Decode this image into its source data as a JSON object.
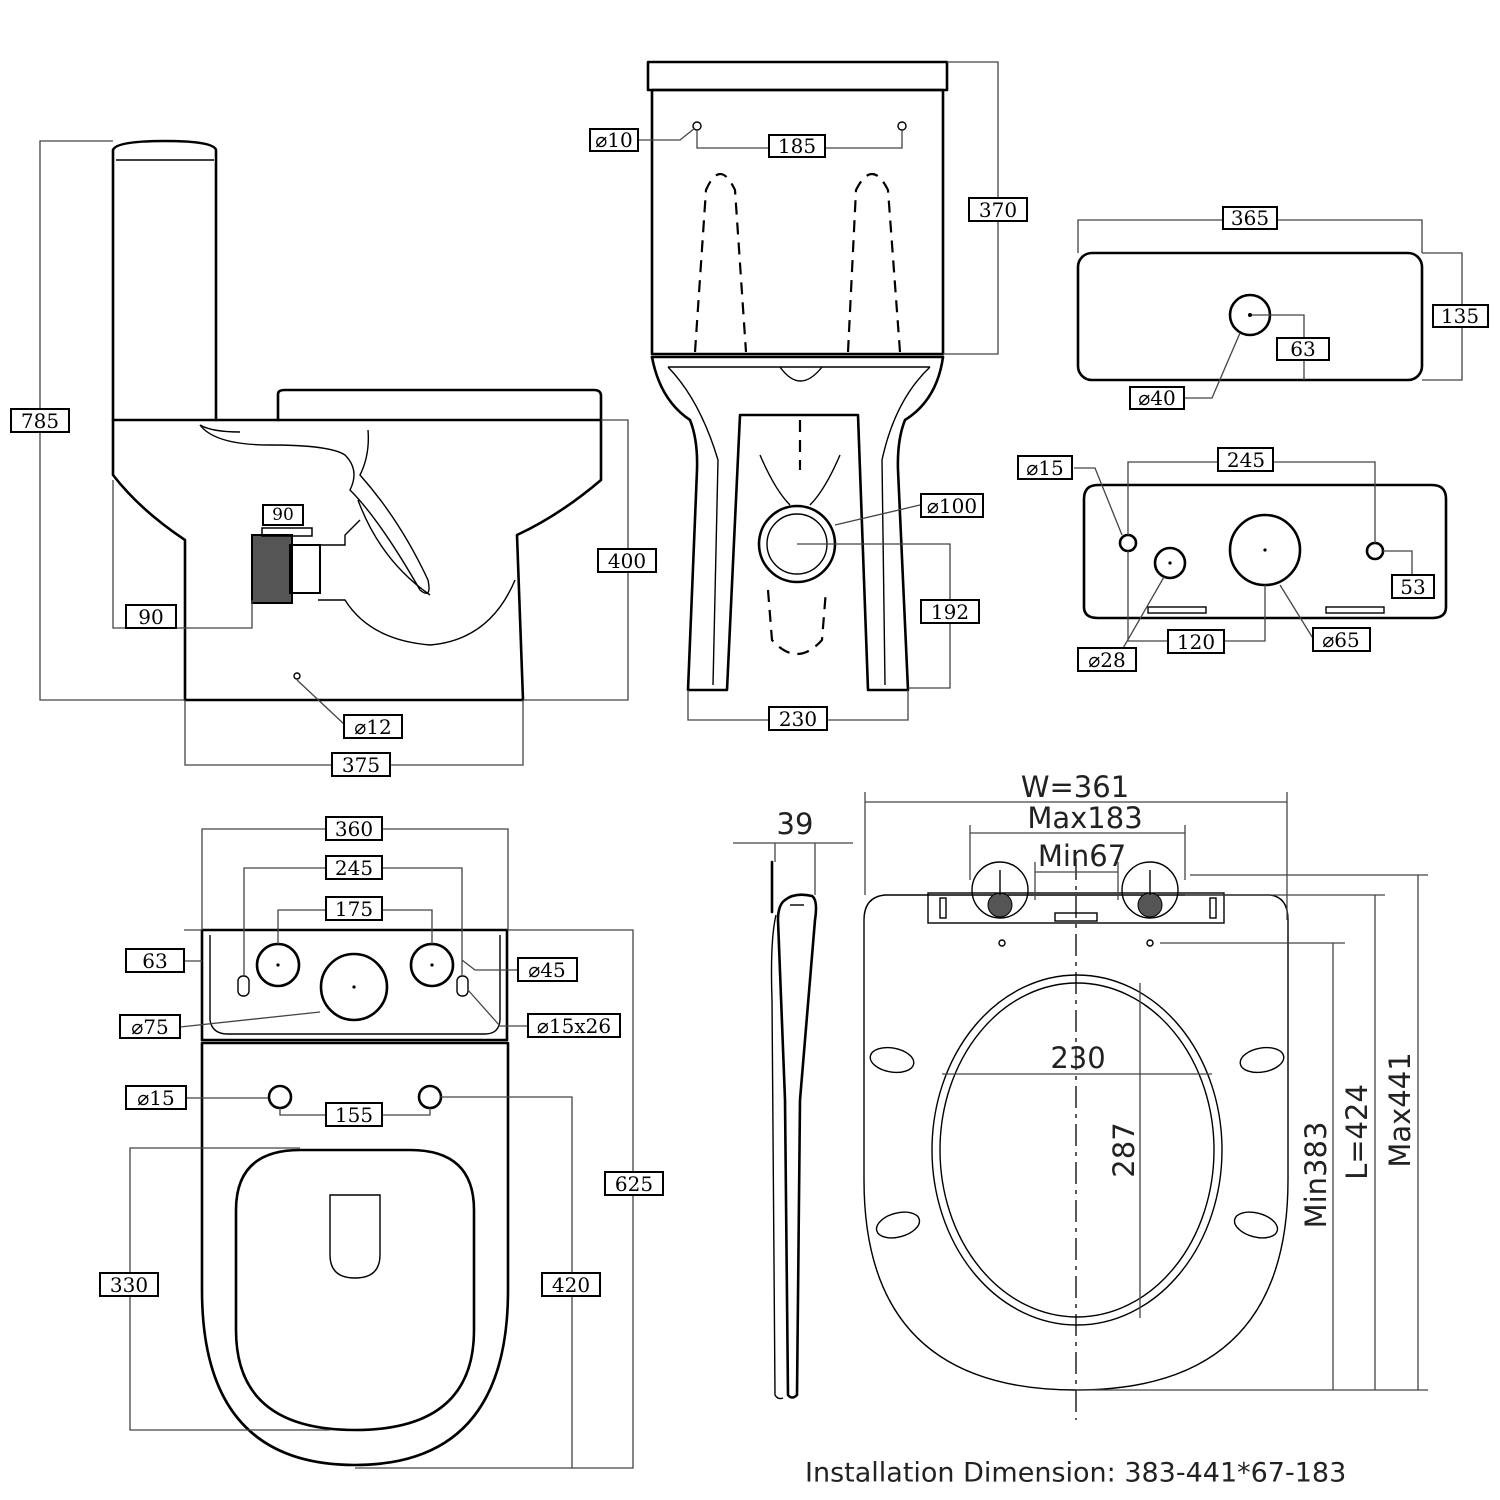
{
  "views": {
    "side": {
      "height_total": "785",
      "height_bowl": "400",
      "outlet_height": "90",
      "outlet_width": "90",
      "fix_hole": "⌀12",
      "length": "375"
    },
    "front": {
      "tank_fix_holes": "⌀10",
      "tank_fix_spacing": "185",
      "tank_height": "370",
      "outlet_dia": "⌀100",
      "outlet_height": "192",
      "base_width": "230"
    },
    "tank_top": {
      "width": "365",
      "depth": "135",
      "button_offset": "63",
      "button_hole": "⌀40"
    },
    "tank_bottom": {
      "fix_hole": "⌀15",
      "fix_spacing": "245",
      "side_offset": "53",
      "inlet_hole": "⌀28",
      "inlet_spacing": "120",
      "flush_hole": "⌀65"
    },
    "plan": {
      "overall_width": "360",
      "hole_spacing_outer": "245",
      "hole_spacing_inner": "175",
      "edge_offset": "63",
      "side_hole": "⌀45",
      "center_hole": "⌀75",
      "slot": "⌀15x26",
      "seat_hole": "⌀15",
      "seat_hole_spacing": "155",
      "overall_length": "625",
      "bowl_length_a": "330",
      "bowl_length_b": "420"
    },
    "seat": {
      "thickness": "39",
      "width": "W=361",
      "max_fix": "Max183",
      "min_fix": "Min67",
      "inner_width": "230",
      "inner_length": "287",
      "min_length": "Min383",
      "length": "L=424",
      "max_length": "Max441"
    }
  },
  "caption": "Installation Dimension: 383-441*67-183"
}
